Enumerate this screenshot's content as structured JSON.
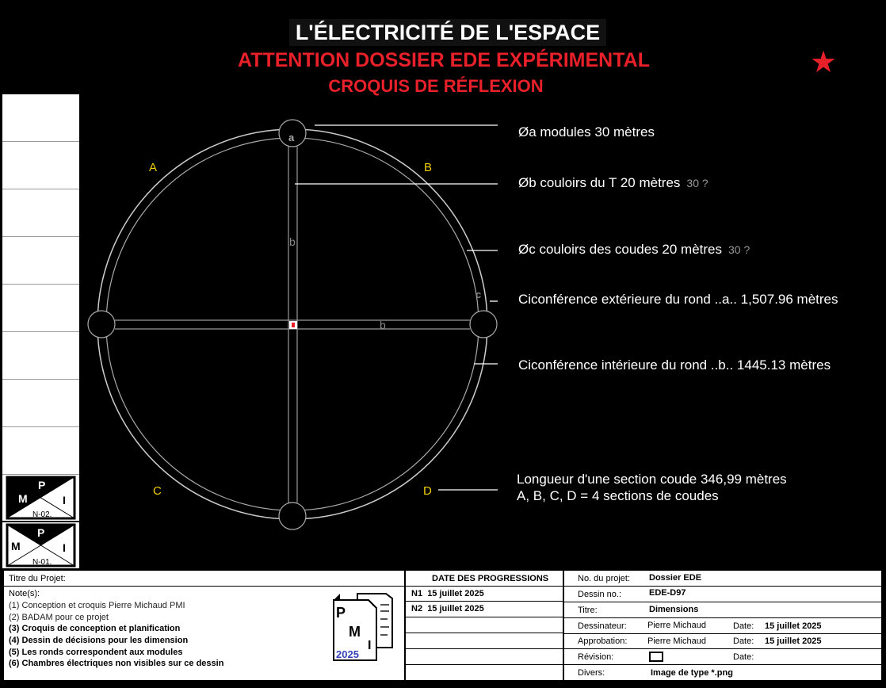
{
  "header": {
    "title": "L'ÉLECTRICITÉ DE L'ESPACE",
    "subtitle1": "ATTENTION DOSSIER EDE EXPÉRIMENTAL",
    "subtitle2": "CROQUIS DE RÉFLEXION",
    "star": "★"
  },
  "diagram": {
    "labels": {
      "a": "a",
      "b_vertical": "b",
      "b_horizontal": "b",
      "c": "c",
      "A": "A",
      "B": "B",
      "C": "C",
      "D": "D"
    },
    "annotations": [
      {
        "text": "Øa modules 30 mètres",
        "note": ""
      },
      {
        "text": "Øb couloirs du T 20 mètres",
        "note": "30 ?"
      },
      {
        "text": "Øc couloirs des coudes 20 mètres",
        "note": "30 ?"
      },
      {
        "text": "Ciconférence extérieure du rond ..a.. 1,507.96 mètres",
        "note": ""
      },
      {
        "text": "Ciconférence intérieure du rond ..b.. 1445.13 mètres",
        "note": ""
      },
      {
        "text": "Longueur d'une section coude 346,99 mètres",
        "note": "A, B, C, D = 4 sections de coudes"
      }
    ]
  },
  "side_logos": [
    {
      "m": "M",
      "p": "P",
      "i": "I",
      "code": "N-02."
    },
    {
      "m": "M",
      "p": "P",
      "i": "I",
      "code": "N-01."
    }
  ],
  "title_block": {
    "project_title_label": "Titre du Projet:",
    "notes_label": "Note(s):",
    "notes": [
      "(1) Conception et croquis Pierre Michaud PMI",
      "(2) BADAM pour ce projet",
      "(3) Croquis de conception et planification",
      "(4) Dessin de décisions pour les dimension",
      "(5) Les ronds correspondent aux modules",
      "(6) Chambres électriques non visibles sur ce dessin"
    ],
    "logo": {
      "p": "P",
      "m": "M",
      "i": "I",
      "year": "2025"
    },
    "progress_header": "DATE DES PROGRESSIONS",
    "progress": [
      {
        "id": "N1",
        "date": "15 juillet 2025"
      },
      {
        "id": "N2",
        "date": "15 juillet 2025"
      }
    ],
    "fields": {
      "project_no_label": "No. du projet:",
      "project_no": "Dossier EDE",
      "drawing_no_label": "Dessin no.:",
      "drawing_no": "EDE-D97",
      "title_label": "Titre:",
      "title": "Dimensions",
      "drafter_label": "Dessinateur:",
      "drafter": "Pierre Michaud",
      "drafter_date_label": "Date:",
      "drafter_date": "15 juillet 2025",
      "approval_label": "Approbation:",
      "approval": "Pierre Michaud",
      "approval_date_label": "Date:",
      "approval_date": "15 juillet 2025",
      "revision_label": "Révision:",
      "revision_date_label": "Date:",
      "misc_label": "Divers:",
      "misc": "Image de type *.png"
    }
  }
}
